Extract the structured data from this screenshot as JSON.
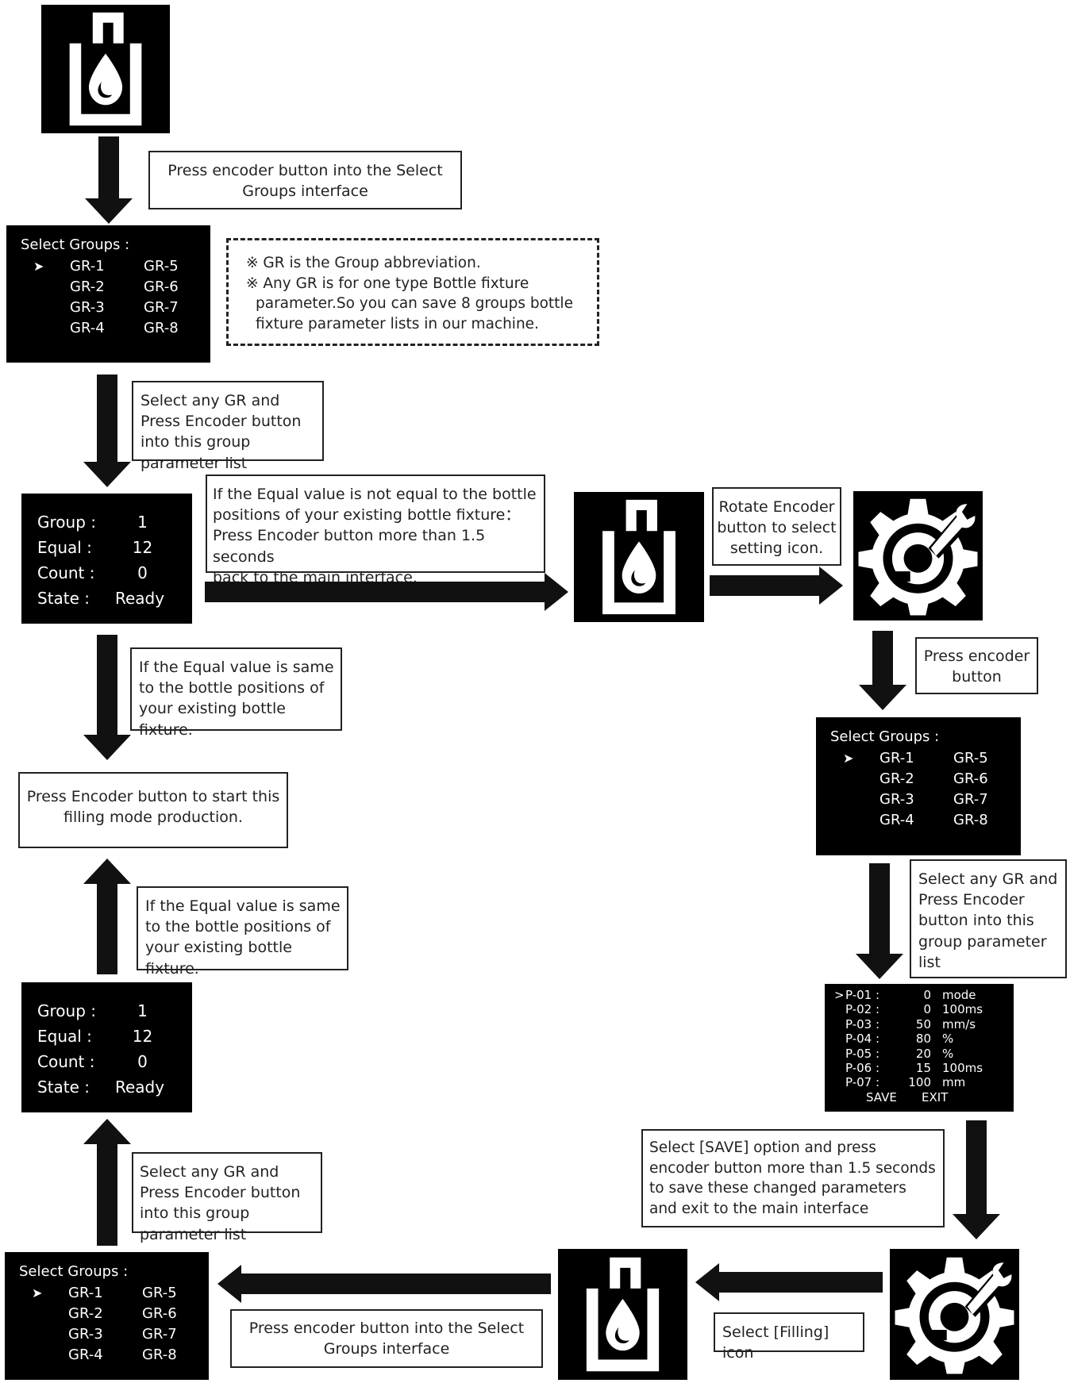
{
  "notes": {
    "n1": "Press encoder button into the Select Groups interface",
    "dashed_1": "※ GR is the Group abbreviation.",
    "dashed_2": "※ Any GR is for one type Bottle fixture",
    "dashed_3": "parameter.So you can save 8 groups bottle",
    "dashed_4": "fixture parameter lists in our machine.",
    "n2": "Select any GR and Press Encoder button into this group parameter list",
    "n3_1": "If the Equal value is not equal to the bottle",
    "n3_2": "positions of your existing bottle fixture：",
    "n3_3": "Press Encoder button more than 1.5 seconds",
    "n3_4": "back to the main interface.",
    "n4": "Rotate Encoder button to select setting icon.",
    "n5": "If the Equal value is same to the bottle positions of your existing bottle fixture.",
    "n6": "Press encoder button",
    "n7": "Press Encoder button to start this filling mode production.",
    "n8": "If the Equal value is same to the bottle positions of your existing bottle fixture.",
    "n9": "Select any GR and Press Encoder button into this group parameter list",
    "n10": "Select any GR and Press Encoder button into this group parameter list",
    "n11": "Select [SAVE] option and press encoder button more than 1.5 seconds to save these changed parameters and exit to the main interface",
    "n12": "Press encoder button into the Select Groups interface",
    "n13": "Select [Filling] icon"
  },
  "select_groups": {
    "title": "Select Groups :",
    "cursor": "➤",
    "left": [
      "GR-1",
      "GR-2",
      "GR-3",
      "GR-4"
    ],
    "right": [
      "GR-5",
      "GR-6",
      "GR-7",
      "GR-8"
    ]
  },
  "group_status": {
    "group_label": "Group :",
    "group_value": "1",
    "equal_label": "Equal :",
    "equal_value": "12",
    "count_label": "Count :",
    "count_value": "0",
    "state_label": "State :",
    "state_value": "Ready"
  },
  "param_list": {
    "cursor": ">",
    "rows": [
      {
        "p": "P-01 :",
        "v": "0",
        "u": "mode"
      },
      {
        "p": "P-02 :",
        "v": "0",
        "u": "100ms"
      },
      {
        "p": "P-03 :",
        "v": "50",
        "u": "mm/s"
      },
      {
        "p": "P-04 :",
        "v": "80",
        "u": "%"
      },
      {
        "p": "P-05 :",
        "v": "20",
        "u": "%"
      },
      {
        "p": "P-06 :",
        "v": "15",
        "u": "100ms"
      },
      {
        "p": "P-07 :",
        "v": "100",
        "u": "mm"
      }
    ],
    "save": "SAVE",
    "exit": "EXIT"
  },
  "icons": [
    "filling-icon",
    "setting-gear-wrench-icon"
  ]
}
